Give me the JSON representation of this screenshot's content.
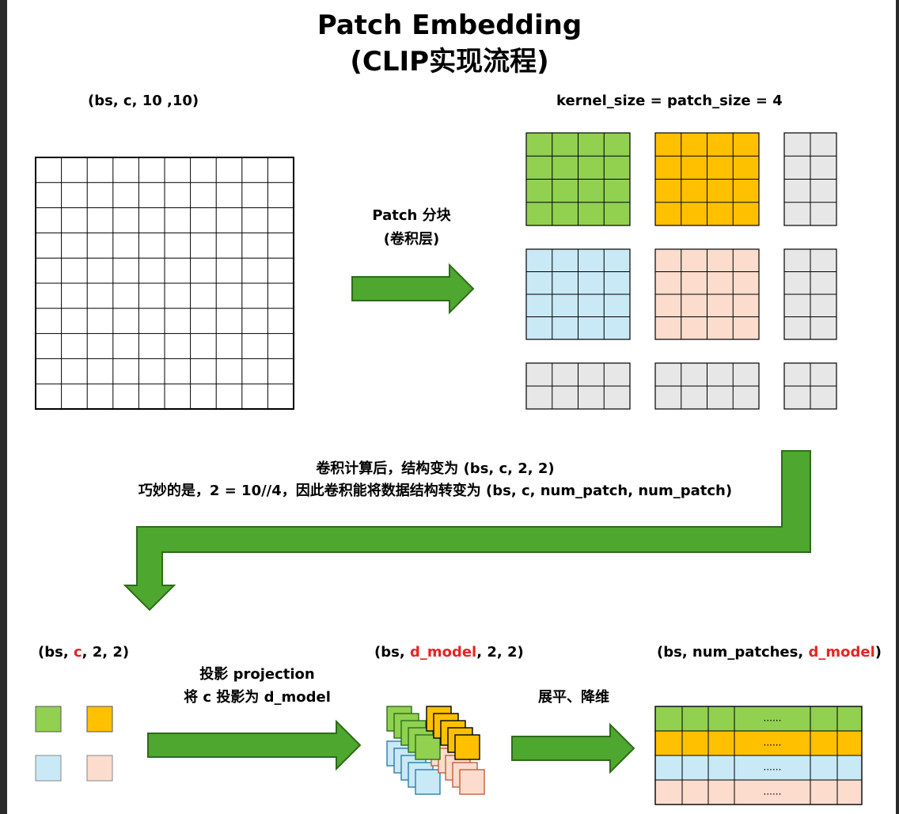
{
  "title": {
    "line1": "Patch Embedding",
    "line2": "(CLIP实现流程)"
  },
  "input": {
    "shape_label": "(bs, c, 10 ,10)",
    "grid_size": 10
  },
  "patch": {
    "kernel_label": "kernel_size = patch_size = 4",
    "arrow_label_line1": "Patch 分块",
    "arrow_label_line2": "(卷积层)"
  },
  "conv_note": {
    "line1": "卷积计算后，结构变为 (bs, c, 2, 2)",
    "line2": "巧妙的是，2 = 10//4，因此卷积能将数据结构转变为 (bs, c, num_patch, num_patch)"
  },
  "stage1": {
    "label_prefix": "(bs, ",
    "label_highlight": "c",
    "label_suffix": ", 2, 2)"
  },
  "projection": {
    "line1": "投影 projection",
    "line2": "将 c 投影为 d_model"
  },
  "stage2": {
    "label_prefix": "(bs, ",
    "label_highlight": "d_model",
    "label_suffix": ", 2, 2)"
  },
  "flatten": {
    "label": "展平、降维"
  },
  "stage3": {
    "label_prefix": "(bs, num_patches, ",
    "label_highlight": "d_model",
    "label_suffix": ")",
    "ellipsis": "......"
  },
  "colors": {
    "green": "#92d050",
    "orange": "#ffc000",
    "blue": "#c9e9f7",
    "peach": "#fbdccd",
    "gray": "#e7e7e7",
    "arrow_fill": "#4ea72e",
    "arrow_stroke": "#2e6b1b",
    "highlight": "#e8231f"
  }
}
